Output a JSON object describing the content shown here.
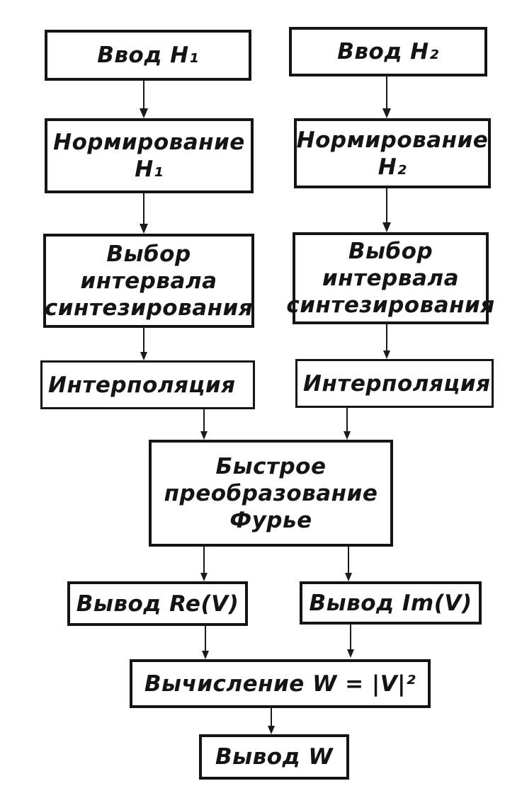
{
  "diagram": {
    "nodes": {
      "input_h1": "Ввод H₁",
      "input_h2": "Ввод H₂",
      "normalize_h1": "Нормирование\nH₁",
      "normalize_h2": "Нормирование\nH₂",
      "interval_h1": "Выбор\nинтервала\nсинтезирования",
      "interval_h2": "Выбор\nинтервала\nсинтезирования",
      "interp_h1": "Интерполяция",
      "interp_h2": "Интерполяция",
      "fft": "Быстрое\nпреобразование\nФурье",
      "output_re": "Вывод Re(V)",
      "output_im": "Вывод Im(V)",
      "compute_w": "Вычисление W = |V|²",
      "output_w": "Вывод W"
    },
    "edges": [
      [
        "input_h1",
        "normalize_h1"
      ],
      [
        "normalize_h1",
        "interval_h1"
      ],
      [
        "interval_h1",
        "interp_h1"
      ],
      [
        "interp_h1",
        "fft"
      ],
      [
        "input_h2",
        "normalize_h2"
      ],
      [
        "normalize_h2",
        "interval_h2"
      ],
      [
        "interval_h2",
        "interp_h2"
      ],
      [
        "interp_h2",
        "fft"
      ],
      [
        "fft",
        "output_re"
      ],
      [
        "fft",
        "output_im"
      ],
      [
        "output_re",
        "compute_w"
      ],
      [
        "output_im",
        "compute_w"
      ],
      [
        "compute_w",
        "output_w"
      ]
    ],
    "ink_color": "#141414"
  }
}
